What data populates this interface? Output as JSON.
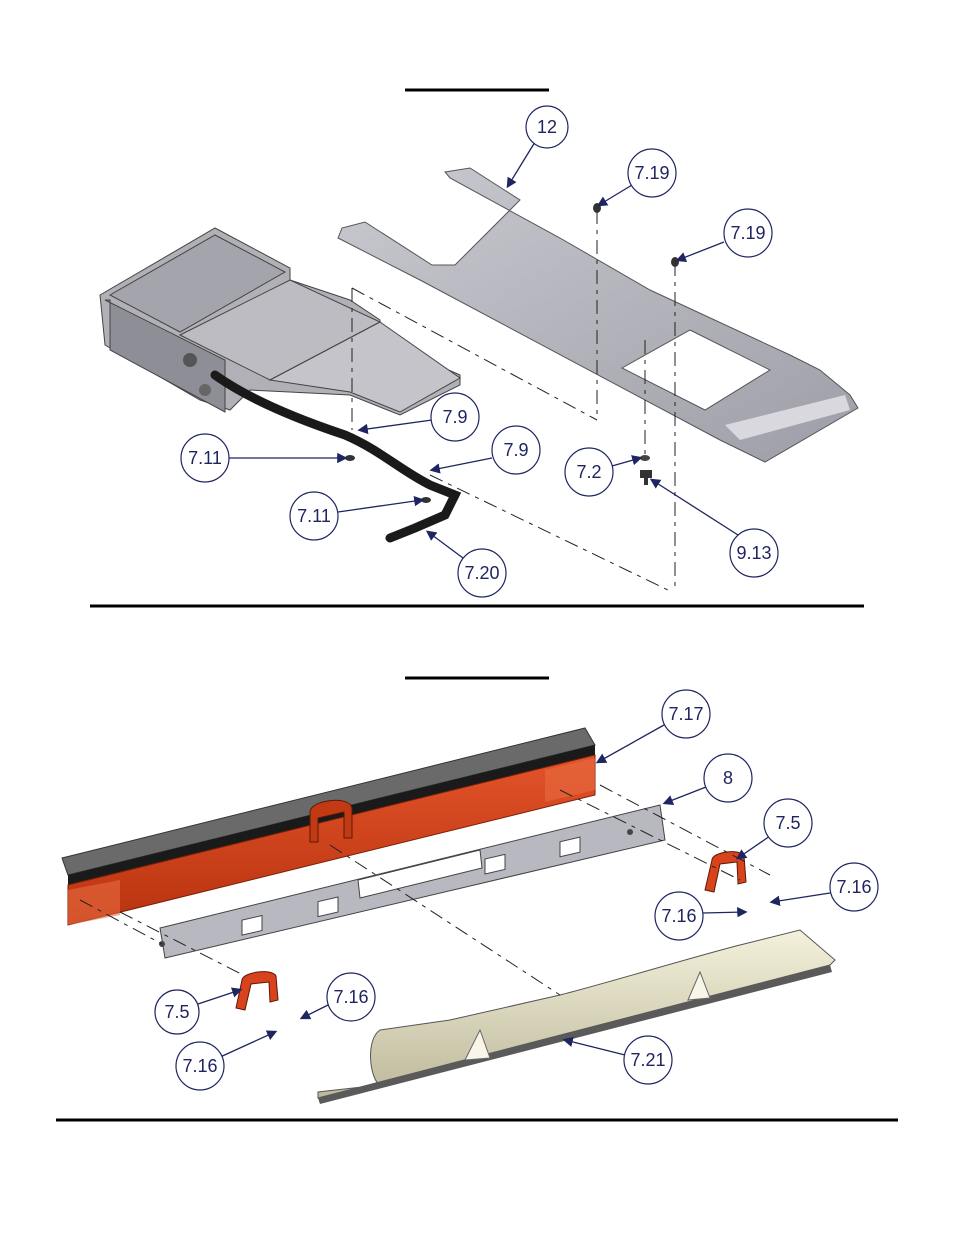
{
  "callouts": {
    "top": [
      "12",
      "7.19",
      "7.19",
      "7.9",
      "7.9",
      "7.11",
      "7.11",
      "7.2",
      "9.13",
      "7.20"
    ],
    "bottom": [
      "7.17",
      "8",
      "7.5",
      "7.16",
      "7.16",
      "7.5",
      "7.16",
      "7.16",
      "7.21"
    ]
  },
  "colors": {
    "callout_ink": "#1e2560",
    "plate_gray": "#b4b4bc",
    "guard_orange": "#d8431d",
    "skirt_cream": "#e6e2c8",
    "hose_black": "#1a1a1a"
  }
}
